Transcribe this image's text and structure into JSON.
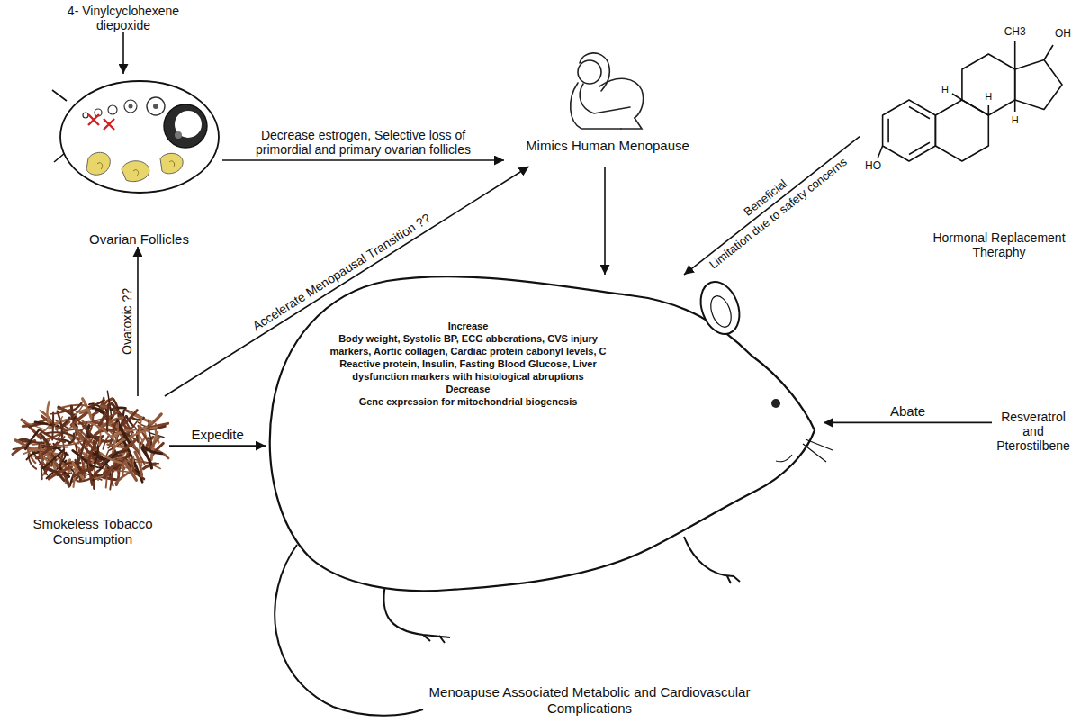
{
  "diagram": {
    "nodes": [
      {
        "text": [
          "4- Vinylcyclohexene diepoxide"
        ]
      },
      {
        "text": [
          "Ovarian Follicles"
        ]
      },
      {
        "text": [
          "Mimics Human Menopause"
        ]
      },
      {
        "text": [
          "Hormonal Replacement Theraphy"
        ]
      },
      {
        "text": [
          "Smokeless Tobacco Consumption"
        ]
      },
      {
        "text": [
          "Increase",
          "Body weight, Systolic BP, ECG abberations, CVS injury markers, Aortic collagen, Cardiac protein cabonyl levels, C Reactive protein, Insulin, Fasting Blood Glucose, Liver dysfunction markers with histological abruptions",
          "Decrease",
          "Gene expression for mitochondrial biogenesis",
          "Menoapuse Associated Metabolic and Cardiovascular Complications"
        ]
      },
      {
        "text": [
          "Resveratrol and Pterostilbene"
        ]
      }
    ],
    "edges": [
      {
        "from": 0,
        "to": 1,
        "arrow": "to"
      },
      {
        "from": 1,
        "to": 2,
        "label": "Decrease estrogen, Selective loss of primordial and primary ovarian follicles",
        "arrow": "to"
      },
      {
        "from": 4,
        "to": 1,
        "label": "Ovatoxic ??",
        "arrow": "to"
      },
      {
        "from": 4,
        "to": 2,
        "label": "Accelerate Menopausal Transition ??",
        "arrow": "to"
      },
      {
        "from": 2,
        "to": 5,
        "arrow": "to"
      },
      {
        "from": 3,
        "to": 5,
        "label": "Beneficial",
        "arrow": "to"
      },
      {
        "from": 4,
        "to": 5,
        "label": "Expedite",
        "arrow": "to"
      },
      {
        "from": 6,
        "to": 5,
        "label": "Abate",
        "arrow": "to"
      }
    ],
    "labels": [
      "Limitation due to safety concerns",
      "CH3",
      "OH",
      "HO",
      "H",
      "H",
      "H"
    ]
  }
}
